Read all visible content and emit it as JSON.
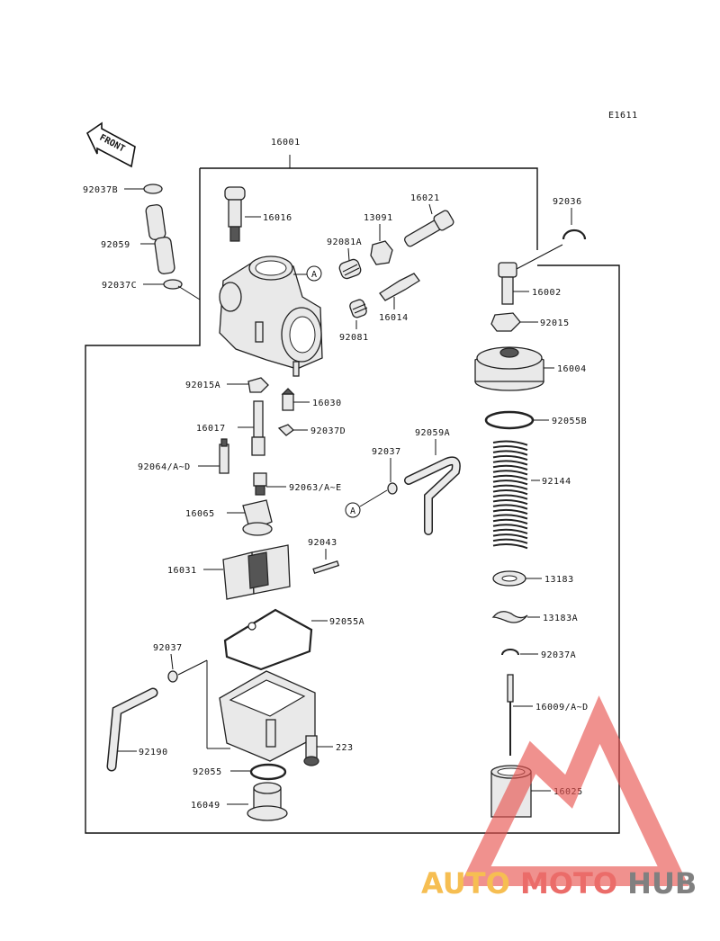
{
  "diagram": {
    "code": "E1611",
    "front_label": "FRONT",
    "ref_marker": "A",
    "parts": {
      "p16001": "16001",
      "p92037B": "92037B",
      "p16016": "16016",
      "p13091": "13091",
      "p16021": "16021",
      "p92036": "92036",
      "p92059": "92059",
      "p92081A": "92081A",
      "p92037C": "92037C",
      "p16002": "16002",
      "p16014": "16014",
      "p92081": "92081",
      "p92015": "92015",
      "p16004": "16004",
      "p92015A": "92015A",
      "p16030": "16030",
      "p16017": "16017",
      "p92037D": "92037D",
      "p92055B": "92055B",
      "p92059A": "92059A",
      "p92037a": "92037",
      "p92064": "92064/A~D",
      "p92063": "92063/A~E",
      "p92144": "92144",
      "p16065": "16065",
      "p92043": "92043",
      "p16031": "16031",
      "p13183": "13183",
      "p13183A": "13183A",
      "p92055A": "92055A",
      "p92037b": "92037",
      "p92037A": "92037A",
      "p223": "223",
      "p16009": "16009/A~D",
      "p92190": "92190",
      "p92055": "92055",
      "p16025": "16025",
      "p16049": "16049"
    }
  },
  "watermark": {
    "part1": "AUTO",
    "part2": "MOTO",
    "part3": "HUB",
    "color1": "#f5b335",
    "color2": "#e8534f",
    "color3": "#6b6b6b"
  }
}
